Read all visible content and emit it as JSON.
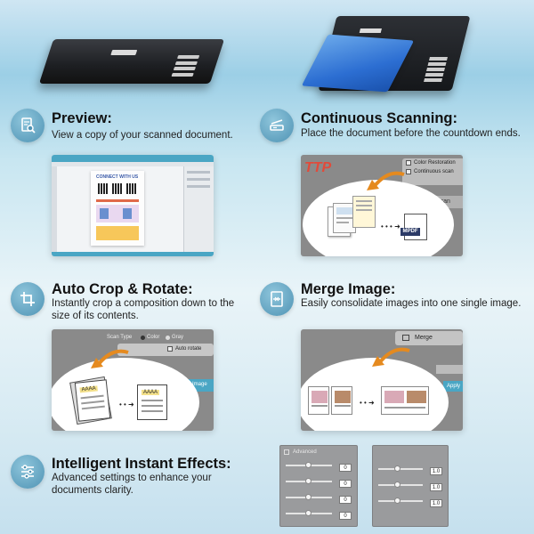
{
  "features": {
    "preview": {
      "title": "Preview:",
      "desc": "View a copy of your scanned document.",
      "icon": "document-search-icon",
      "screen": {
        "poster_title": "CONNECT WITH US"
      }
    },
    "continuous": {
      "title": "Continuous Scanning:",
      "desc": "Place the document before the countdown ends.",
      "icon": "scanner-icon",
      "screen": {
        "option1": "Color Restoration",
        "option2": "Continuous scan",
        "button": "Scan",
        "file_badge": "MPDF"
      }
    },
    "crop": {
      "title": "Auto Crop & Rotate:",
      "desc": "Instantly crop a composition down to the size of its contents.",
      "icon": "crop-icon",
      "screen": {
        "scan_type_label": "Scan Type",
        "option_color": "Color",
        "option_gray": "Gray",
        "auto_rotate": "Auto rotate",
        "button": "Image",
        "doc_heading": "AAAA"
      }
    },
    "merge": {
      "title": "Merge Image:",
      "desc": "Easily consolidate images into one single image.",
      "icon": "merge-icon",
      "screen": {
        "merge_label": "Merge",
        "apply_label": "Apply"
      }
    },
    "effects": {
      "title": "Intelligent Instant Effects:",
      "desc": "Advanced settings to enhance your documents clarity.",
      "icon": "sliders-icon",
      "panel1": {
        "header": "Advanced",
        "values": [
          "0",
          "0",
          "0",
          "0"
        ]
      },
      "panel2": {
        "values": [
          "1.0",
          "1.0",
          "1.0"
        ]
      }
    }
  },
  "colors": {
    "accent_blue": "#4f93b4",
    "scan_blue": "#2c6ed2",
    "arrow_orange": "#e58a1f"
  }
}
